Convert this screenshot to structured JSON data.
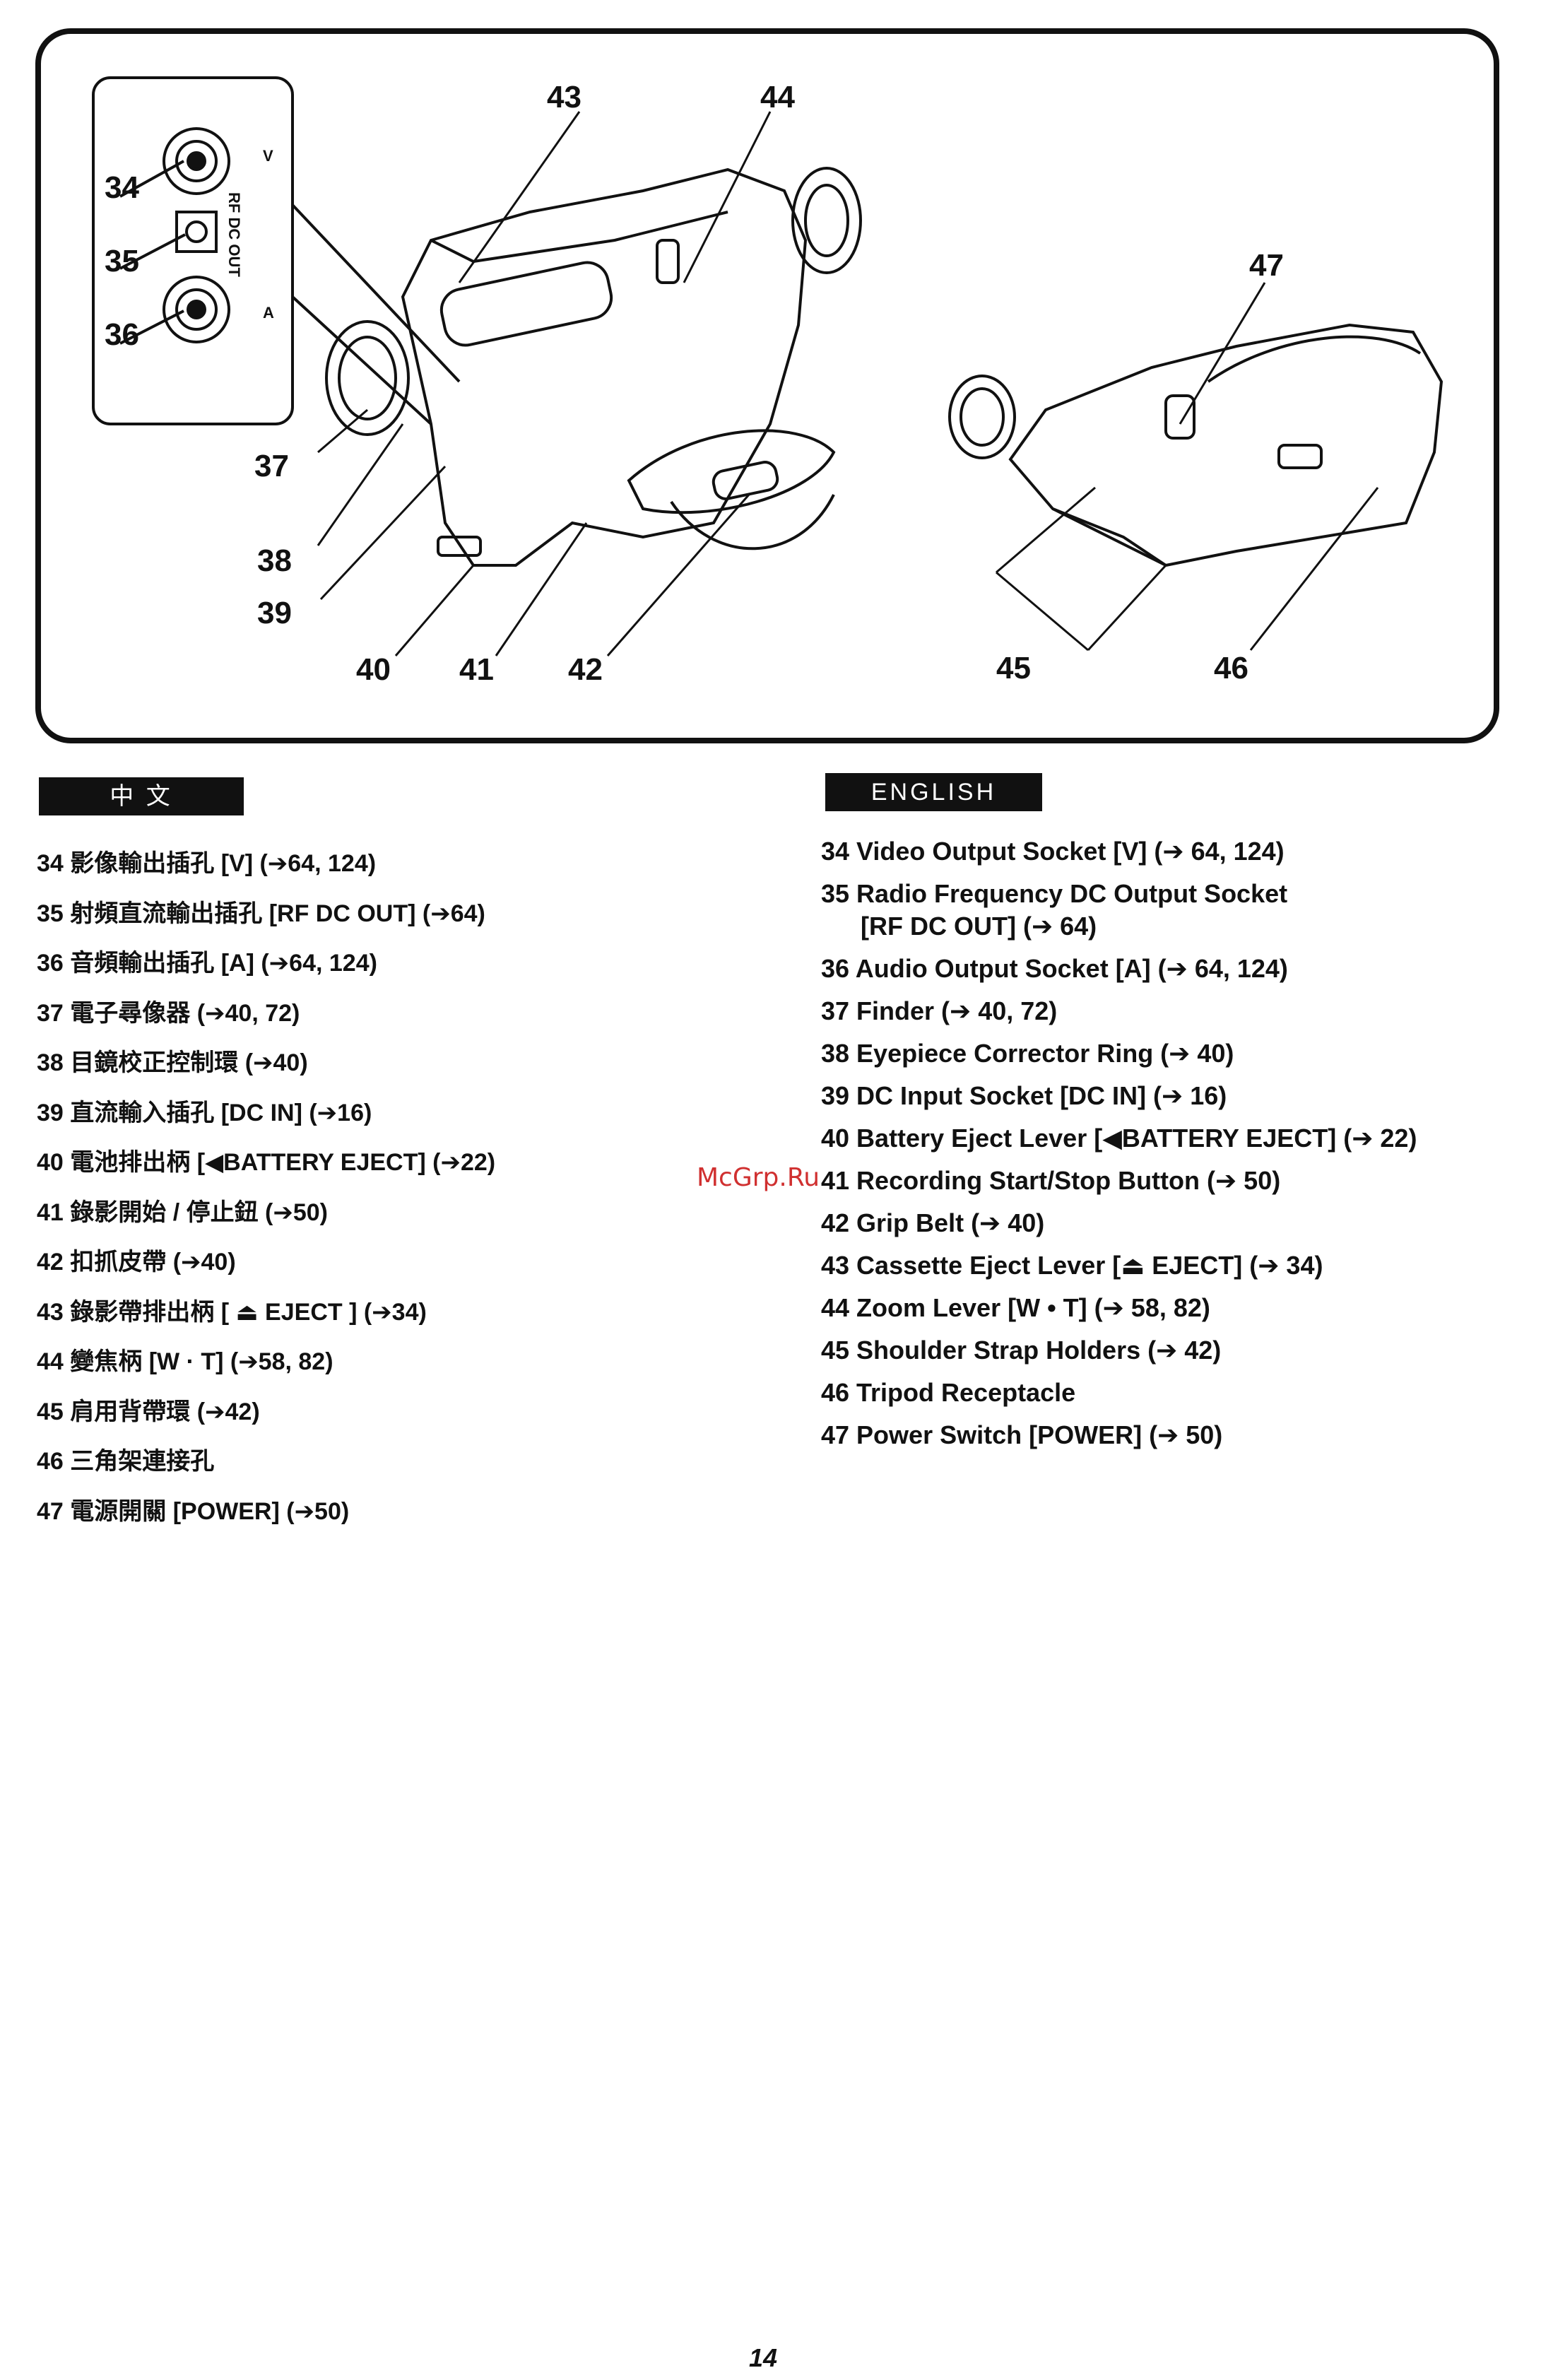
{
  "figure": {
    "jack_labels": {
      "video": "V",
      "rf": "RF DC OUT",
      "audio": "A"
    },
    "callouts": [
      "34",
      "35",
      "36",
      "37",
      "38",
      "39",
      "40",
      "41",
      "42",
      "43",
      "44",
      "45",
      "46",
      "47"
    ]
  },
  "chinese": {
    "heading": "中 文",
    "items": [
      "34 影像輸出插孔 [V] (➔64, 124)",
      "35 射頻直流輸出插孔 [RF DC OUT] (➔64)",
      "36 音頻輸出插孔 [A] (➔64, 124)",
      "37 電子尋像器 (➔40, 72)",
      "38 目鏡校正控制環 (➔40)",
      "39 直流輸入插孔 [DC IN] (➔16)",
      "40 電池排出柄 [◀BATTERY EJECT] (➔22)",
      "41 錄影開始 / 停止鈕 (➔50)",
      "42 扣抓皮帶 (➔40)",
      "43 錄影帶排出柄 [ ⏏ EJECT ] (➔34)",
      "44 變焦柄 [W · T] (➔58, 82)",
      "45 肩用背帶環 (➔42)",
      "46 三角架連接孔",
      "47 電源開關 [POWER] (➔50)"
    ]
  },
  "english": {
    "heading": "ENGLISH",
    "items": [
      {
        "line1": "34 Video Output Socket [V] (➔ 64, 124)"
      },
      {
        "line1": "35 Radio Frequency DC Output Socket",
        "line2": "[RF DC OUT] (➔ 64)"
      },
      {
        "line1": "36 Audio Output Socket [A] (➔ 64, 124)"
      },
      {
        "line1": "37 Finder (➔ 40, 72)"
      },
      {
        "line1": "38 Eyepiece Corrector Ring (➔ 40)"
      },
      {
        "line1": "39 DC Input Socket [DC IN] (➔ 16)"
      },
      {
        "line1": "40 Battery Eject Lever [◀BATTERY EJECT] (➔ 22)"
      },
      {
        "line1": "41 Recording Start/Stop Button (➔ 50)"
      },
      {
        "line1": "42 Grip Belt (➔ 40)"
      },
      {
        "line1": "43 Cassette Eject Lever [⏏ EJECT] (➔ 34)"
      },
      {
        "line1": "44 Zoom Lever [W • T] (➔ 58, 82)"
      },
      {
        "line1": "45 Shoulder Strap Holders (➔ 42)"
      },
      {
        "line1": "46 Tripod Receptacle"
      },
      {
        "line1": "47 Power Switch [POWER] (➔ 50)"
      }
    ]
  },
  "watermark": "McGrp.Ru",
  "page_number": "14"
}
